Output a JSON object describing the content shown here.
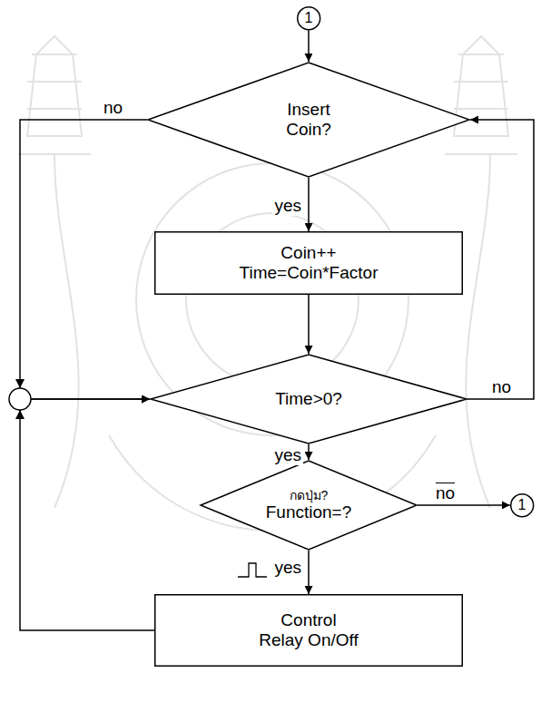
{
  "diagram": {
    "nodes": [
      {
        "text": [
          "1"
        ]
      },
      {
        "text": [
          "Insert Coin?"
        ]
      },
      {
        "text": [
          "Coin++",
          "Time=Coin*Factor"
        ]
      },
      {
        "text": [
          "Time>0?"
        ]
      },
      {
        "text": [
          "กดปุ่ม?",
          "Function=?"
        ]
      },
      {
        "text": [
          "1"
        ]
      },
      {
        "text": [
          "Control Relay On/Off"
        ]
      }
    ],
    "edges": [
      {
        "from": 0,
        "to": 1,
        "arrow": "to"
      },
      {
        "from": 1,
        "to": 2,
        "label": "yes",
        "arrow": "to"
      },
      {
        "from": 1,
        "to": 3,
        "label": "no",
        "arrow": "to"
      },
      {
        "from": 2,
        "to": 3,
        "arrow": "to"
      },
      {
        "from": 3,
        "to": 1,
        "label": "no",
        "arrow": "to"
      },
      {
        "from": 3,
        "to": 4,
        "label": "yes",
        "arrow": "to"
      },
      {
        "from": 4,
        "to": 5,
        "label": "no",
        "arrow": "to"
      },
      {
        "from": 4,
        "to": 6,
        "label": "yes",
        "arrow": "to"
      },
      {
        "from": 6,
        "to": 3,
        "arrow": "to"
      }
    ]
  }
}
